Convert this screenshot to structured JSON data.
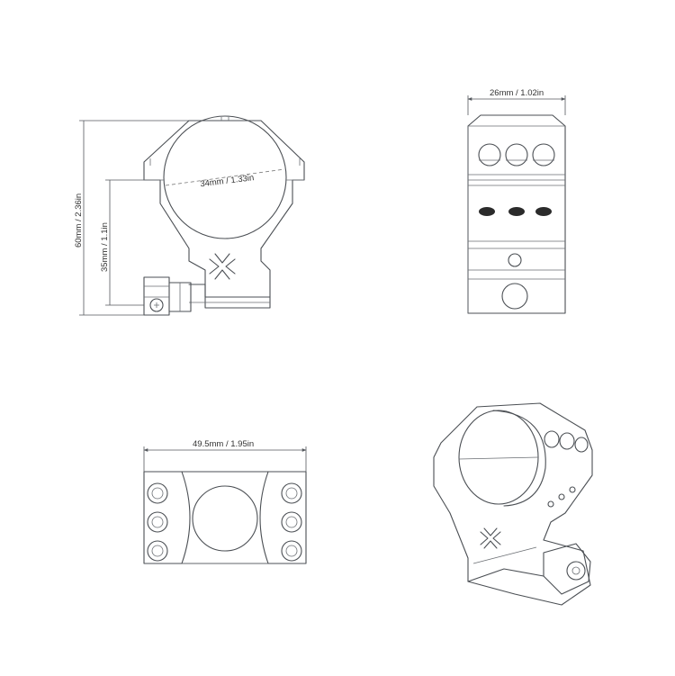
{
  "dimensions": {
    "total_height": "60mm / 2.36in",
    "center_height": "35mm / 1.1in",
    "ring_diameter": "34mm / 1.33in",
    "ring_width": "26mm / 1.02in",
    "base_length": "49.5mm / 1.95in"
  },
  "colors": {
    "line": "#4b4f54",
    "text": "#333333",
    "background": "#ffffff"
  }
}
